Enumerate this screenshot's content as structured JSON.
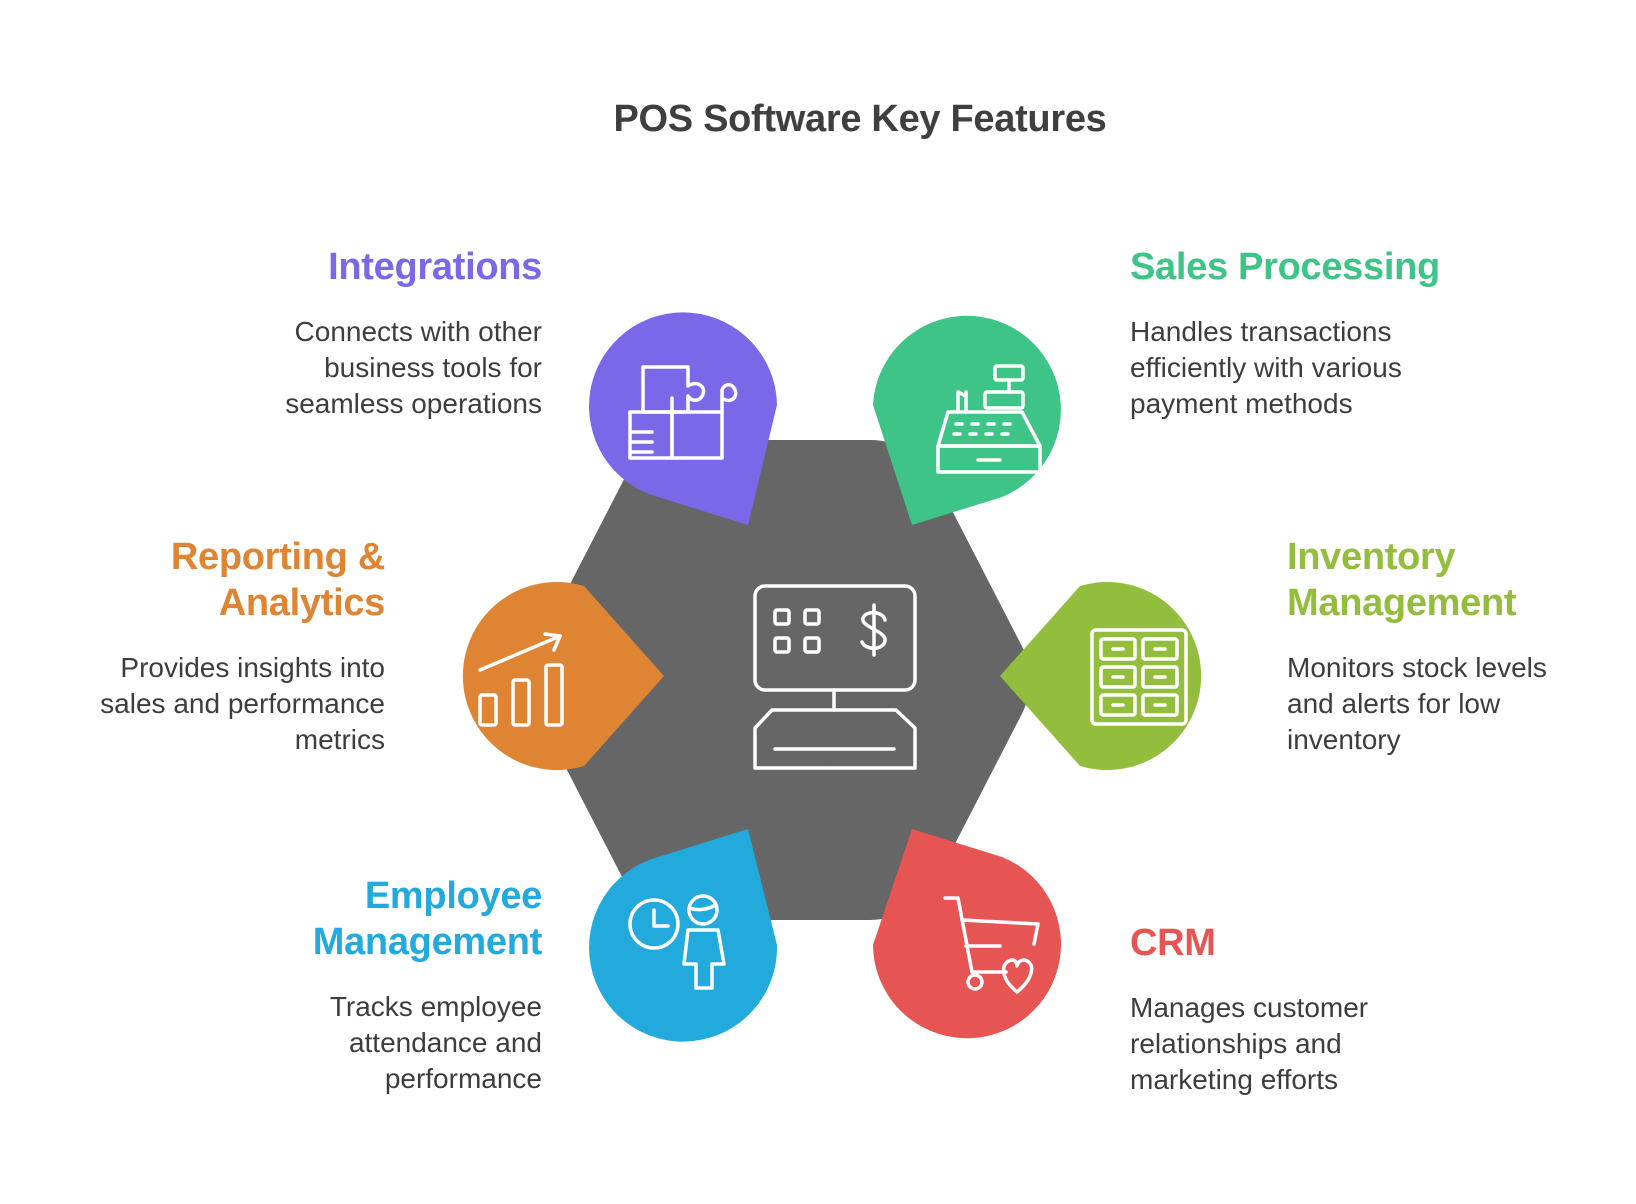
{
  "title": "POS Software Key Features",
  "center": {
    "icon": "pos-terminal-icon",
    "color": "#666666"
  },
  "features": [
    {
      "id": "integrations",
      "title": "Integrations",
      "description": "Connects with other business tools for seamless operations",
      "color": "#7b68e8",
      "icon": "puzzle-pieces-icon"
    },
    {
      "id": "sales-processing",
      "title": "Sales Processing",
      "description": "Handles transactions efficiently with various payment methods",
      "color": "#3dc486",
      "icon": "cash-register-icon"
    },
    {
      "id": "reporting-analytics",
      "title": "Reporting & Analytics",
      "description": "Provides insights into sales and performance metrics",
      "color": "#de8432",
      "icon": "bar-chart-trend-icon"
    },
    {
      "id": "inventory-management",
      "title": "Inventory Management",
      "description": "Monitors stock levels and alerts for low inventory",
      "color": "#93bd3d",
      "icon": "shelves-icon"
    },
    {
      "id": "employee-management",
      "title": "Employee Management",
      "description": "Tracks employee attendance and performance",
      "color": "#22aadc",
      "icon": "clock-person-icon"
    },
    {
      "id": "crm",
      "title": "CRM",
      "description": "Manages customer relationships and marketing efforts",
      "color": "#e65554",
      "icon": "cart-heart-icon"
    }
  ]
}
